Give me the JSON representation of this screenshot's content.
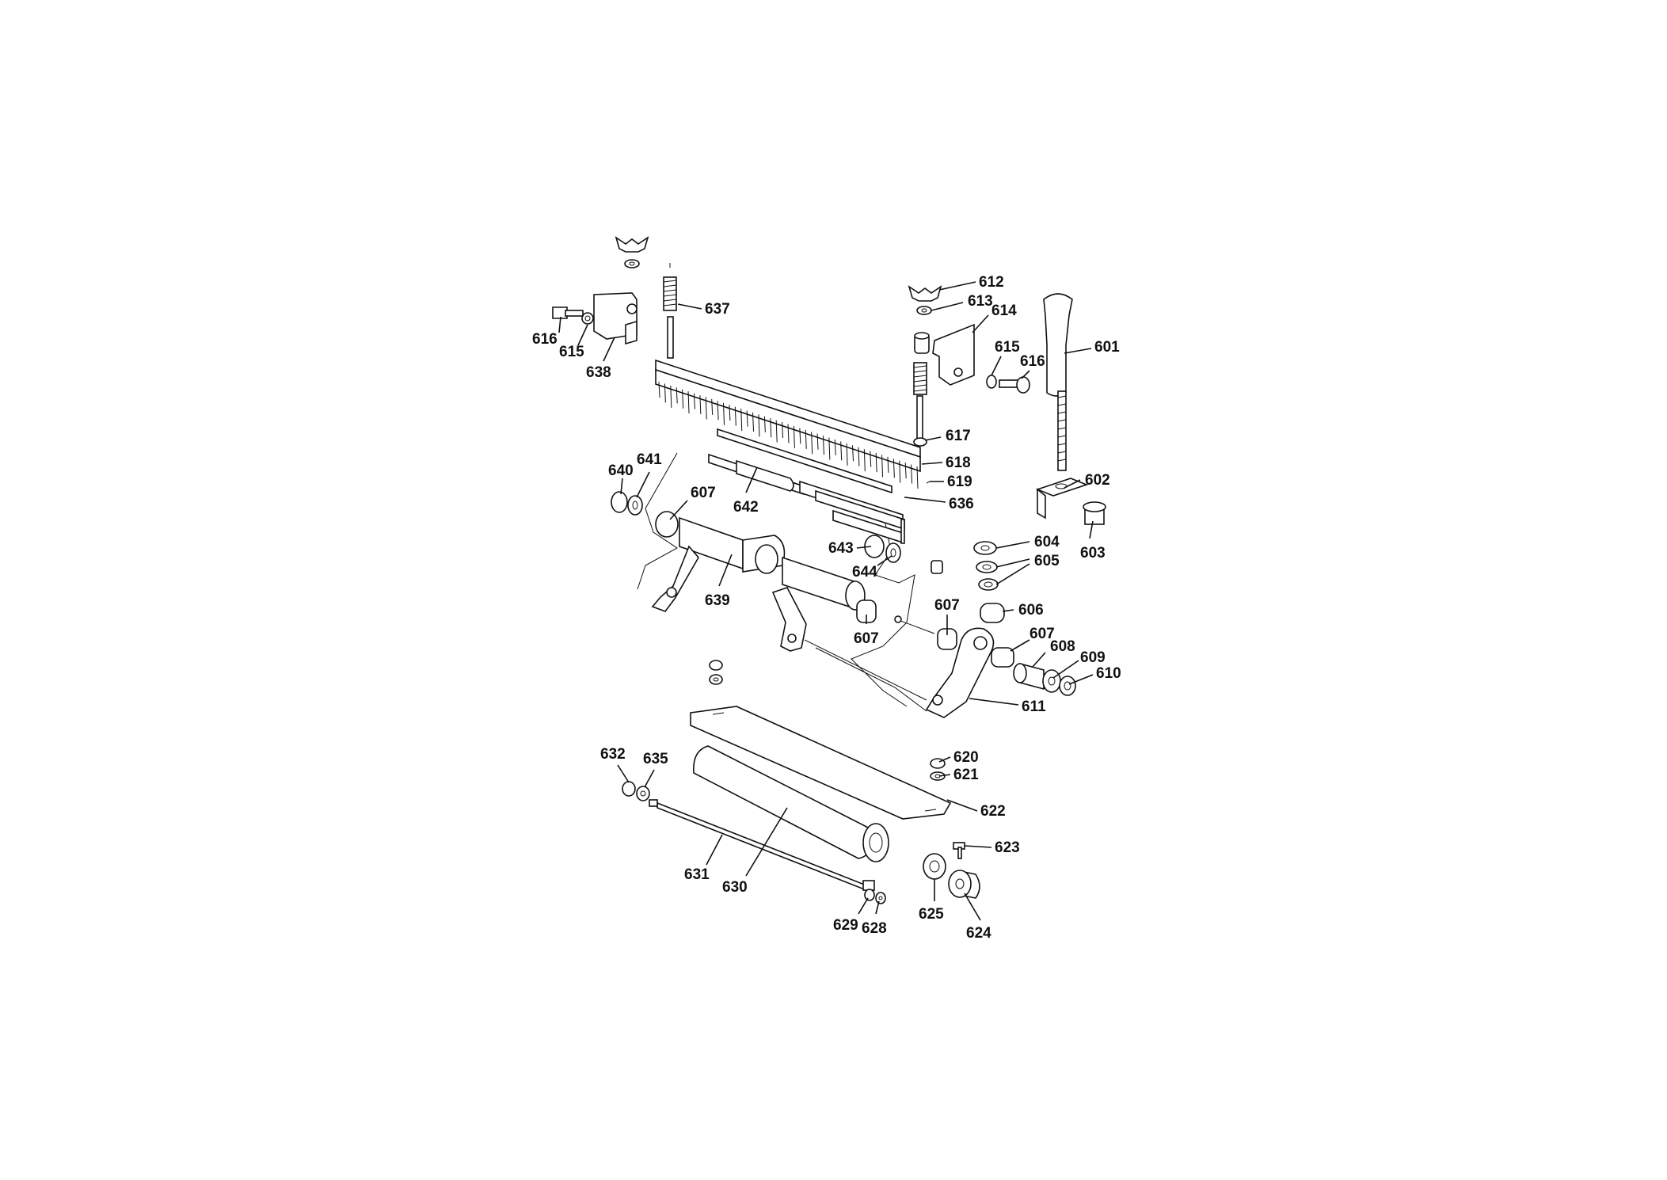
{
  "labels": {
    "p601": "601",
    "p602": "602",
    "p603": "603",
    "p604": "604",
    "p605": "605",
    "p606": "606",
    "p607": "607",
    "p608": "608",
    "p609": "609",
    "p610": "610",
    "p611": "611",
    "p612": "612",
    "p613": "613",
    "p614": "614",
    "p615": "615",
    "p616": "616",
    "p617": "617",
    "p618": "618",
    "p619": "619",
    "p620": "620",
    "p621": "621",
    "p622": "622",
    "p623": "623",
    "p624": "624",
    "p625": "625",
    "p628": "628",
    "p629": "629",
    "p630": "630",
    "p631": "631",
    "p632": "632",
    "p635": "635",
    "p636": "636",
    "p637": "637",
    "p638": "638",
    "p639": "639",
    "p640": "640",
    "p641": "641",
    "p642": "642",
    "p643": "643",
    "p644": "644"
  }
}
